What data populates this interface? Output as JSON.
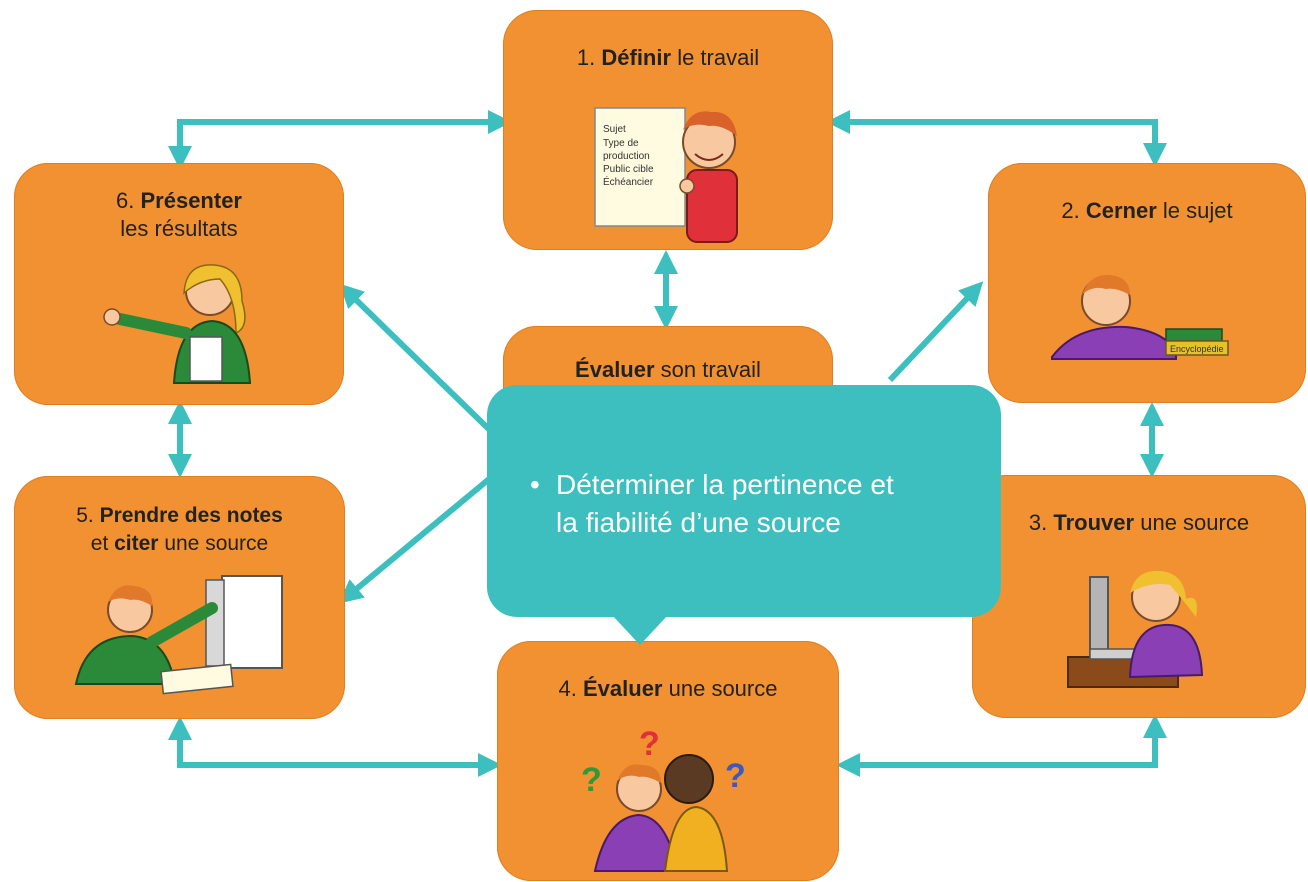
{
  "steps": {
    "s1": {
      "num": "1.",
      "verb": "Définir",
      "rest": "le travail"
    },
    "s2": {
      "num": "2.",
      "verb": "Cerner",
      "rest": "le sujet"
    },
    "s3": {
      "num": "3.",
      "verb": "Trouver",
      "rest": "une  source"
    },
    "s4": {
      "num": "4.",
      "verb": "Évaluer",
      "rest": "une  source"
    },
    "s5": {
      "num": "5.",
      "verb": "Prendre des notes",
      "line2_a": "et",
      "verb2": "citer",
      "line2_b": "une source"
    },
    "s6": {
      "num": "6.",
      "verb": "Présenter",
      "line2": "les résultats"
    },
    "center": {
      "verb": "Évaluer",
      "rest": "son travail"
    }
  },
  "paper_lines": [
    "Sujet",
    "Type de",
    "production",
    "Public cible",
    "Échéancier"
  ],
  "book_labels": [
    "Encyclopédie"
  ],
  "callout": {
    "bullet": "•",
    "text_line1": "Déterminer la pertinence et",
    "text_line2": "la fiabilité d’une source"
  },
  "colors": {
    "box": "#f29132",
    "arrow": "#3dbfbf",
    "callout": "#3dbfbf"
  }
}
